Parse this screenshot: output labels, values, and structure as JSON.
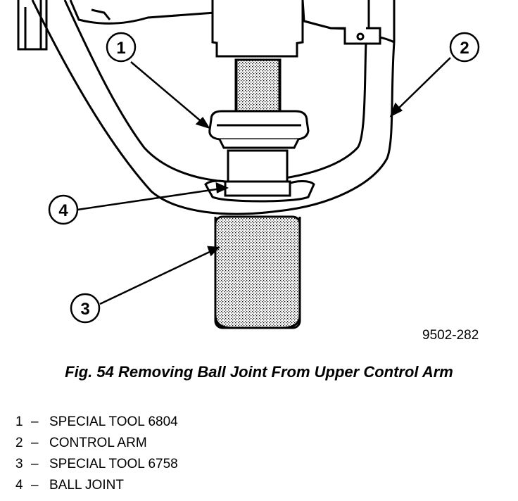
{
  "figure_code": "9502-282",
  "caption": "Fig. 54 Removing Ball Joint From Upper Control Arm",
  "callouts": [
    "1",
    "2",
    "3",
    "4"
  ],
  "legend": [
    {
      "number": "1",
      "separator": "–",
      "label": "SPECIAL TOOL 6804"
    },
    {
      "number": "2",
      "separator": "–",
      "label": "CONTROL ARM"
    },
    {
      "number": "3",
      "separator": "–",
      "label": "SPECIAL TOOL 6758"
    },
    {
      "number": "4",
      "separator": "–",
      "label": "BALL JOINT"
    }
  ]
}
